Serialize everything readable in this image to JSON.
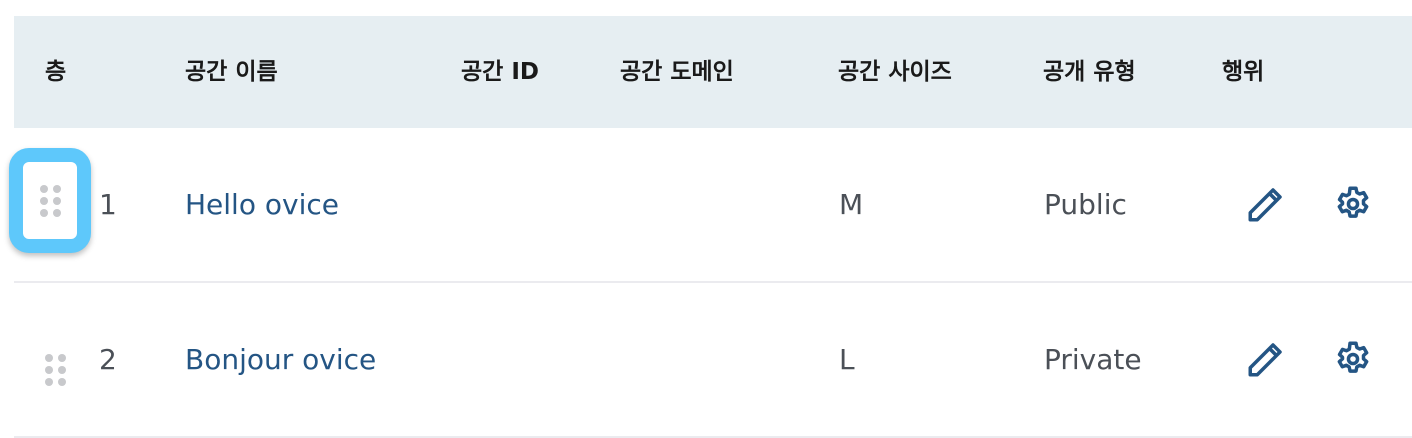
{
  "table": {
    "columns": [
      {
        "key": "floor",
        "label": "층"
      },
      {
        "key": "name",
        "label": "공간 이름"
      },
      {
        "key": "id",
        "label": "공간 ID"
      },
      {
        "key": "domain",
        "label": "공간 도메인"
      },
      {
        "key": "size",
        "label": "공간 사이즈"
      },
      {
        "key": "visibility",
        "label": "공개 유형"
      },
      {
        "key": "actions",
        "label": "행위"
      }
    ],
    "rows": [
      {
        "floor": "1",
        "name": "Hello ovice",
        "id": "",
        "domain": "",
        "size": "M",
        "visibility": "Public",
        "drag_handle_focused": true
      },
      {
        "floor": "2",
        "name": "Bonjour ovice",
        "id": "",
        "domain": "",
        "size": "L",
        "visibility": "Private",
        "drag_handle_focused": false
      }
    ],
    "icons": {
      "drag": "drag-handle-icon",
      "edit": "pencil-icon",
      "settings": "gear-icon"
    }
  },
  "colors": {
    "header_bg": "#e6eef2",
    "link": "#245584",
    "text": "#4b5057",
    "focus_ring": "#5ec8fb",
    "divider": "#ebebef"
  }
}
